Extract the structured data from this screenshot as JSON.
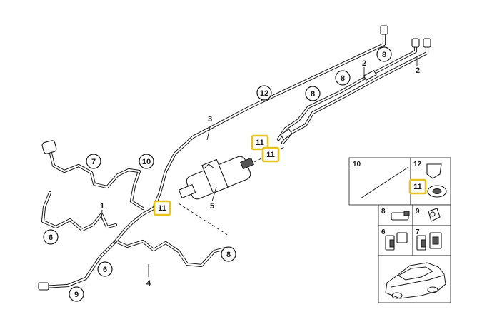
{
  "callouts": {
    "c1": "1",
    "c2a": "2",
    "c2b": "2",
    "c3": "3",
    "c4": "4",
    "c5": "5",
    "c6a": "6",
    "c6b": "6",
    "c7": "7",
    "c8a": "8",
    "c8b": "8",
    "c8c": "8",
    "c8d": "8",
    "c9": "9",
    "c10": "10",
    "c12": "12",
    "c11a": "11",
    "c11b": "11",
    "c11c": "11"
  },
  "legend": {
    "p10": "10",
    "p12": "12",
    "p11": "11",
    "p8": "8",
    "p9": "9",
    "p6": "6",
    "p7": "7"
  },
  "colors": {
    "highlight": "#e8c21f",
    "line": "#1a1a1a",
    "background": "#ffffff"
  }
}
